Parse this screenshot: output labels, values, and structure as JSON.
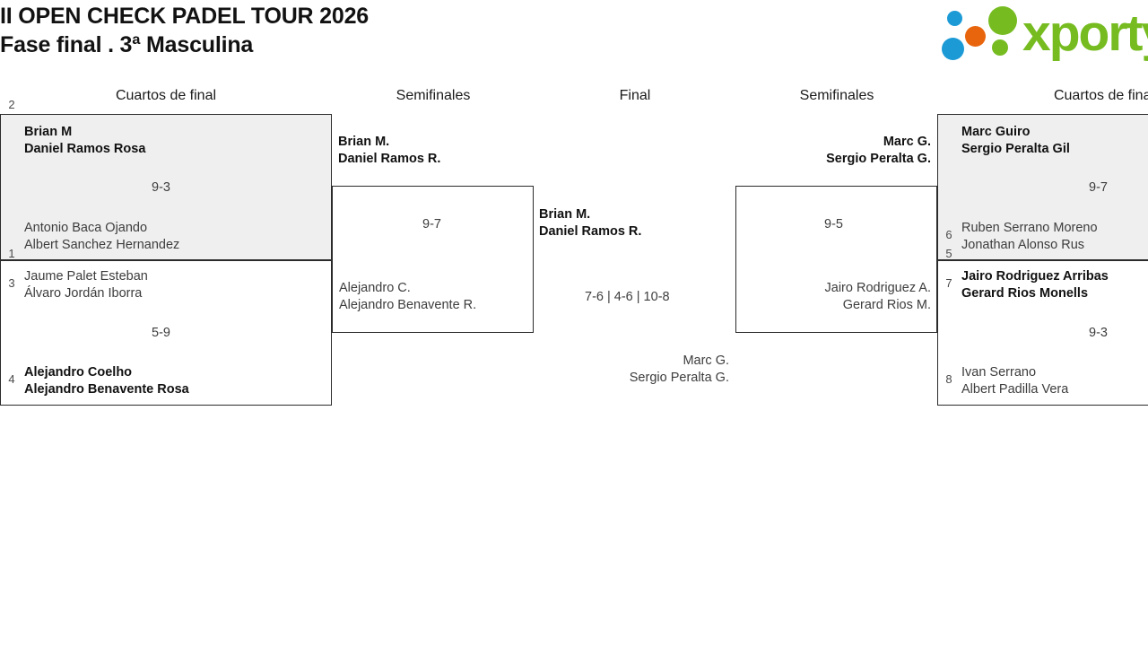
{
  "header": {
    "title_line1": "II OPEN CHECK PADEL TOUR 2026",
    "title_line2": "Fase final . 3ª Masculina",
    "logo_text": "xporty",
    "logo_colors": {
      "green": "#76bc21",
      "blue": "#1b9ad6",
      "orange": "#e8650d"
    }
  },
  "rounds": [
    {
      "label": "Cuartos de final",
      "side": "left"
    },
    {
      "label": "Semifinales",
      "side": "left"
    },
    {
      "label": "Final",
      "side": "center"
    },
    {
      "label": "Semifinales",
      "side": "right"
    },
    {
      "label": "Cuartos de final",
      "side": "right"
    }
  ],
  "bracket": {
    "left_quarterfinals": [
      {
        "score": "9-3",
        "top": {
          "seed": "1",
          "player1": "Brian M",
          "player2": "Daniel Ramos Rosa",
          "winner": true
        },
        "bottom": {
          "seed": "2",
          "player1": "Antonio Baca Ojando",
          "player2": "Albert Sanchez Hernandez",
          "winner": false
        }
      },
      {
        "score": "5-9",
        "top": {
          "seed": "3",
          "player1": "Jaume Palet Esteban",
          "player2": "Álvaro Jordán Iborra",
          "winner": false
        },
        "bottom": {
          "seed": "4",
          "player1": "Alejandro Coelho",
          "player2": "Alejandro Benavente Rosa",
          "winner": true
        }
      }
    ],
    "left_semifinal": {
      "score": "9-7",
      "top": {
        "player1": "Brian M.",
        "player2": "Daniel Ramos R.",
        "winner": true
      },
      "bottom": {
        "player1": "Alejandro C.",
        "player2": "Alejandro Benavente R.",
        "winner": false
      }
    },
    "final": {
      "score": "7-6 | 4-6 | 10-8",
      "top": {
        "player1": "Brian M.",
        "player2": "Daniel Ramos R.",
        "winner": true
      },
      "bottom": {
        "player1": "Marc G.",
        "player2": "Sergio Peralta G.",
        "winner": false
      }
    },
    "right_semifinal": {
      "score": "9-5",
      "top": {
        "player1": "Marc G.",
        "player2": "Sergio Peralta G.",
        "winner": true
      },
      "bottom": {
        "player1": "Jairo Rodriguez A.",
        "player2": "Gerard Rios M.",
        "winner": false
      }
    },
    "right_quarterfinals": [
      {
        "score": "9-7",
        "top": {
          "seed": "5",
          "player1": "Marc Guiro",
          "player2": "Sergio Peralta Gil",
          "winner": true
        },
        "bottom": {
          "seed": "6",
          "player1": "Ruben Serrano Moreno",
          "player2": "Jonathan Alonso Rus",
          "winner": false
        }
      },
      {
        "score": "9-3",
        "top": {
          "seed": "7",
          "player1": "Jairo Rodriguez Arribas",
          "player2": "Gerard Rios Monells",
          "winner": true
        },
        "bottom": {
          "seed": "8",
          "player1": "Ivan Serrano",
          "player2": "Albert Padilla Vera",
          "winner": false
        }
      }
    ]
  }
}
